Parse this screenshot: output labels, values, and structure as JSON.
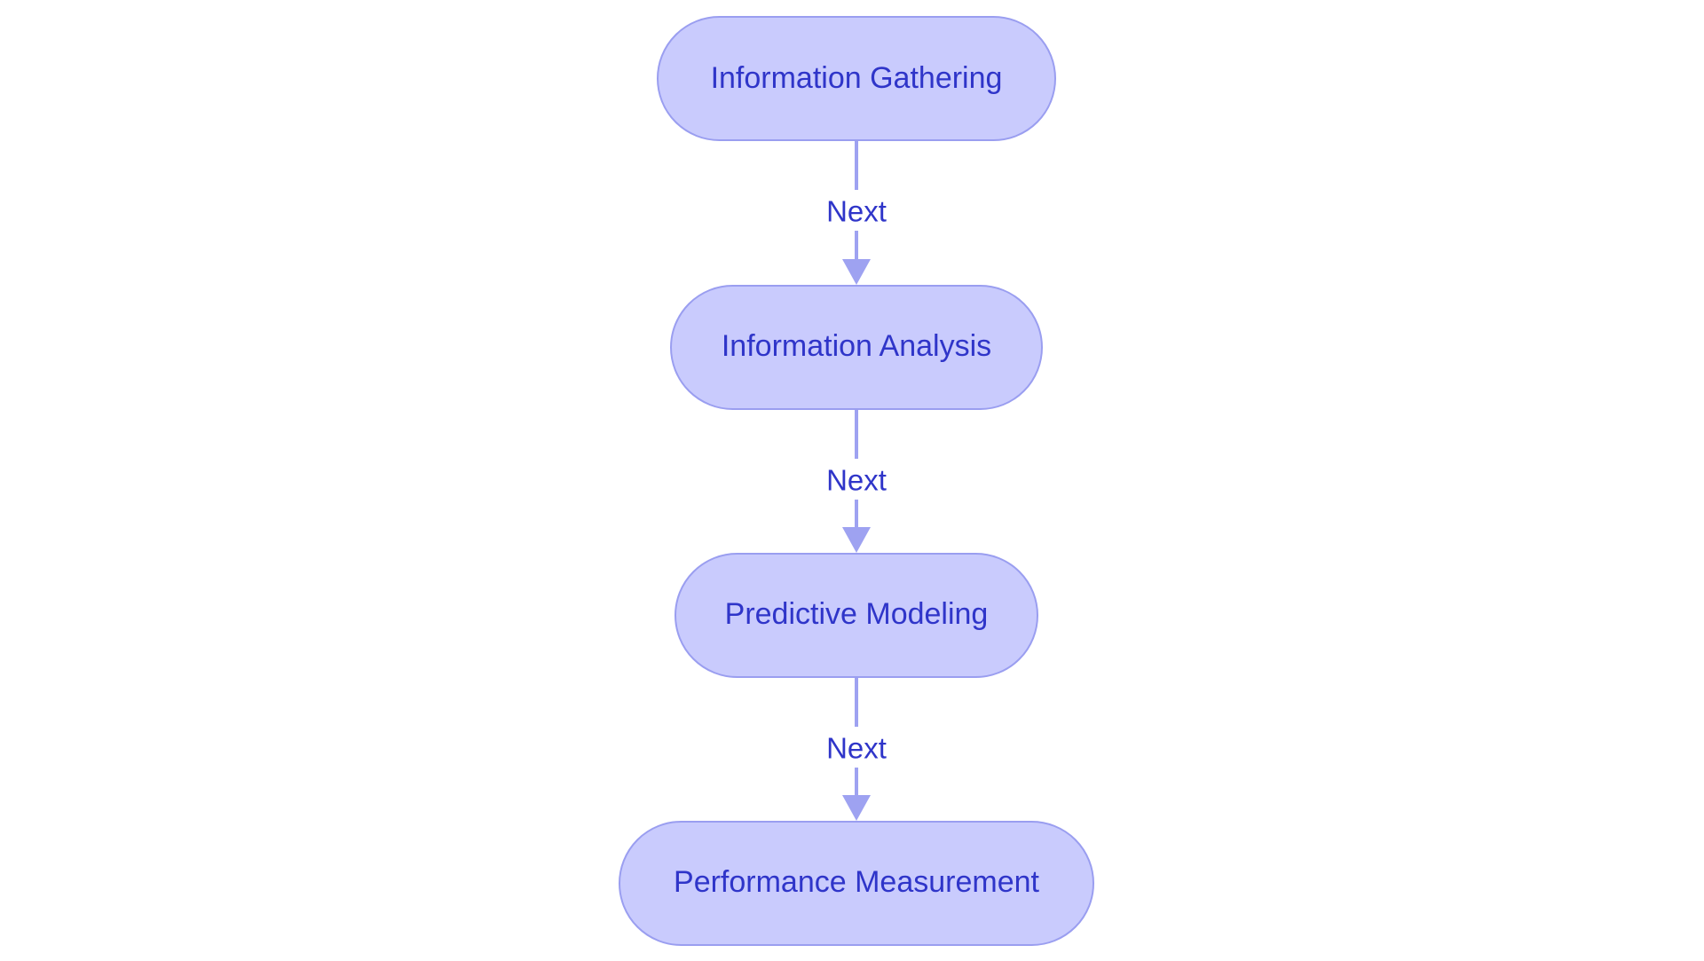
{
  "diagram": {
    "nodes": [
      {
        "id": "n1",
        "label": "Information Gathering"
      },
      {
        "id": "n2",
        "label": "Information Analysis"
      },
      {
        "id": "n3",
        "label": "Predictive Modeling"
      },
      {
        "id": "n4",
        "label": "Performance Measurement"
      }
    ],
    "edges": [
      {
        "from": "n1",
        "to": "n2",
        "label": "Next"
      },
      {
        "from": "n2",
        "to": "n3",
        "label": "Next"
      },
      {
        "from": "n3",
        "to": "n4",
        "label": "Next"
      }
    ]
  },
  "colors": {
    "node_fill": "#c9cbfd",
    "node_stroke": "#9a9ef0",
    "text": "#2f35c9",
    "edge": "#9ea2f1",
    "background": "#ffffff"
  }
}
